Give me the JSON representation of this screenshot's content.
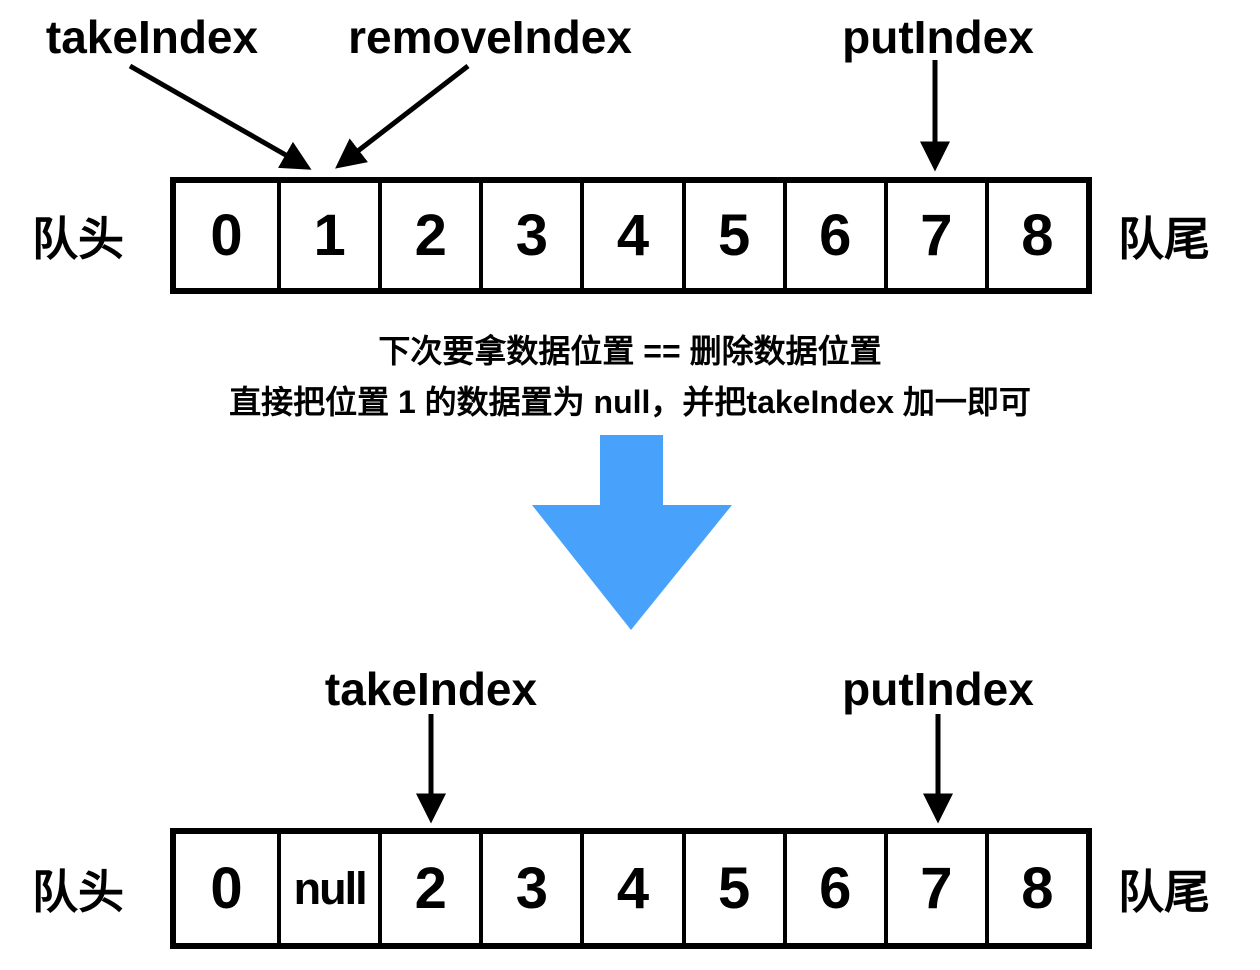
{
  "colors": {
    "ink": "#000000",
    "transition_arrow": "#48a2fb",
    "background": "#ffffff"
  },
  "diagram_before": {
    "pointer_labels": {
      "take": "takeIndex",
      "remove": "removeIndex",
      "put": "putIndex"
    },
    "head_label": "队头",
    "tail_label": "队尾",
    "cells": [
      "0",
      "1",
      "2",
      "3",
      "4",
      "5",
      "6",
      "7",
      "8"
    ],
    "take_arrow_points_to": "1",
    "remove_arrow_points_to": "1",
    "put_arrow_points_to": "7"
  },
  "caption": {
    "line1": "下次要拿数据位置 == 删除数据位置",
    "line2": "直接把位置 1 的数据置为 null，并把takeIndex 加一即可"
  },
  "diagram_after": {
    "pointer_labels": {
      "take": "takeIndex",
      "put": "putIndex"
    },
    "head_label": "队头",
    "tail_label": "队尾",
    "cells": [
      "0",
      "null",
      "2",
      "3",
      "4",
      "5",
      "6",
      "7",
      "8"
    ],
    "take_arrow_points_to": "2",
    "put_arrow_points_to": "7"
  }
}
